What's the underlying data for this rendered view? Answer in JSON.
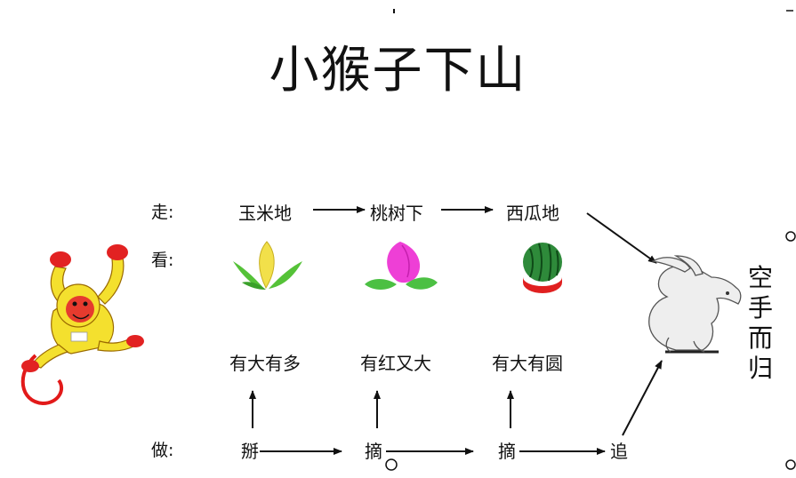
{
  "title": "小猴子下山",
  "rows": {
    "walk_label": "走:",
    "see_label": "看:",
    "do_label": "做:"
  },
  "places": [
    "玉米地",
    "桃树下",
    "西瓜地"
  ],
  "descriptions": [
    "有大有多",
    "有红又大",
    "有大有圆"
  ],
  "actions": [
    "掰",
    "摘",
    "摘",
    "追"
  ],
  "result": "空手而归",
  "icons": [
    "monkey-icon",
    "corn-icon",
    "peach-icon",
    "watermelon-icon",
    "rabbit-icon"
  ]
}
